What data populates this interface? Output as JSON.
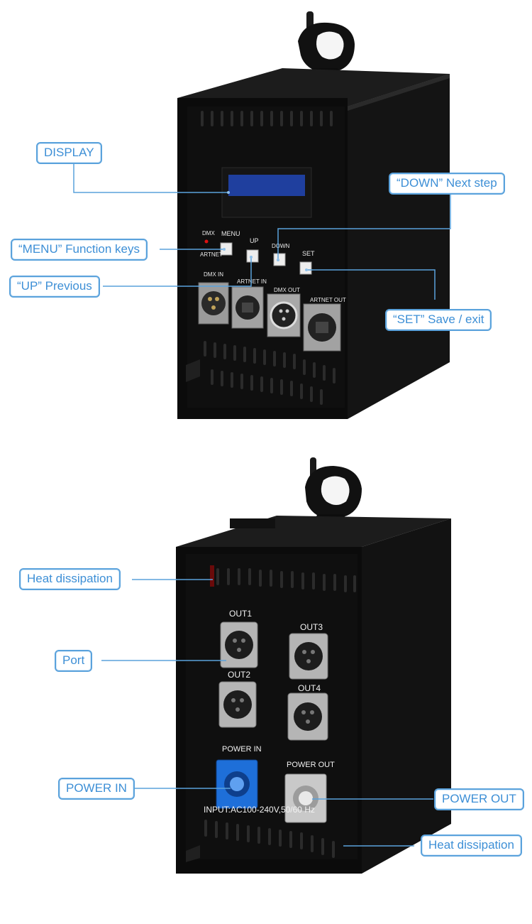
{
  "front": {
    "panel_labels": {
      "dmx": "DMX",
      "artnet": "ARTNET",
      "menu": "MENU",
      "up": "UP",
      "down": "DOWN",
      "set": "SET",
      "dmx_in": "DMX IN",
      "artnet_in": "ARTNET IN",
      "dmx_out": "DMX OUT",
      "artnet_out": "ARTNET OUT"
    },
    "callouts": {
      "display": "DISPLAY",
      "down": "“DOWN” Next step",
      "menu": "“MENU” Function keys",
      "up": "“UP” Previous",
      "set": "“SET” Save / exit"
    }
  },
  "back": {
    "panel_labels": {
      "out1": "OUT1",
      "out2": "OUT2",
      "out3": "OUT3",
      "out4": "OUT4",
      "power_in": "POWER IN",
      "power_out": "POWER OUT",
      "input": "INPUT:AC100-240V,50/60 Hz"
    },
    "callouts": {
      "heat_top": "Heat dissipation",
      "port": "Port",
      "power_in": "POWER IN",
      "power_out": "POWER OUT",
      "heat_bottom": "Heat dissipation"
    }
  },
  "colors": {
    "callout_border": "#5aa2dc",
    "callout_text": "#3d8fd6",
    "display_screen": "#1f3f9e",
    "power_in_connector": "#1e6fd9",
    "power_out_connector": "#c9c9c9"
  }
}
